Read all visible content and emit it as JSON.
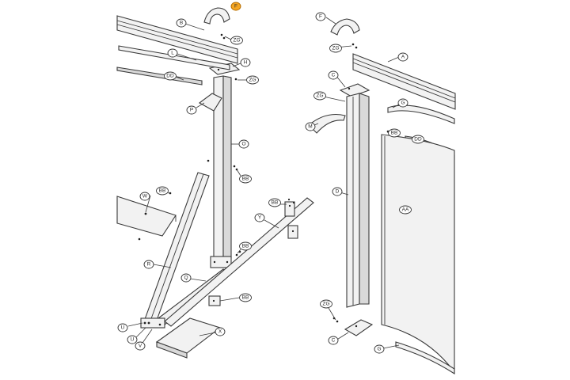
{
  "callouts": {
    "F_left": "F",
    "B": "B",
    "ZG_top_left": "ZG",
    "L": "L",
    "DD_left": "DD",
    "H": "H",
    "ZG_mid_left": "ZG",
    "P": "P",
    "O": "O",
    "BB_post": "BB",
    "W": "W",
    "BB_w": "BB",
    "BB_y": "BB",
    "Y": "Y",
    "R": "R",
    "BB_base": "BB",
    "Q": "Q",
    "BB_q": "BB",
    "U_small": "U",
    "U": "U",
    "V": "V",
    "X": "X",
    "F_right": "F",
    "ZG_top_right": "ZG",
    "A": "A",
    "C_top": "C",
    "ZG_right": "ZG",
    "G_top": "G",
    "M": "M",
    "BB_right": "BB",
    "DD_right": "DD",
    "D": "D",
    "AA": "AA",
    "ZG_bottom": "ZG",
    "C_bottom": "C",
    "G_bottom": "G"
  },
  "colors": {
    "highlight": "#f5a623",
    "line": "#3a3a3a"
  }
}
